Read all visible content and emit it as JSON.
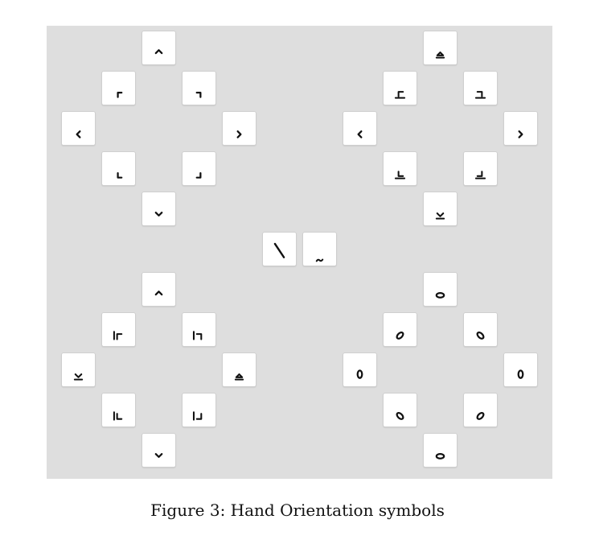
{
  "figure": {
    "caption": "Figure 3: Hand Orientation symbols",
    "background_color": "#dedede",
    "key_color": "#ffffff",
    "glyph_color": "#111111",
    "groups": [
      {
        "name": "group-top-left",
        "keys": [
          {
            "name": "key-up",
            "icon": "caret-up-icon"
          },
          {
            "name": "key-up-left",
            "icon": "corner-up-left-icon"
          },
          {
            "name": "key-up-right",
            "icon": "corner-up-right-icon"
          },
          {
            "name": "key-left",
            "icon": "caret-left-icon"
          },
          {
            "name": "key-right",
            "icon": "caret-right-icon"
          },
          {
            "name": "key-down-left",
            "icon": "corner-down-left-icon"
          },
          {
            "name": "key-down-right",
            "icon": "corner-down-right-icon"
          },
          {
            "name": "key-down",
            "icon": "caret-down-icon"
          }
        ]
      },
      {
        "name": "group-top-right",
        "keys": [
          {
            "name": "key-up",
            "icon": "triangle-up-base-icon"
          },
          {
            "name": "key-up-left",
            "icon": "corner-up-left-base-icon"
          },
          {
            "name": "key-up-right",
            "icon": "corner-up-right-base-icon"
          },
          {
            "name": "key-left",
            "icon": "caret-left-icon"
          },
          {
            "name": "key-right",
            "icon": "caret-right-icon"
          },
          {
            "name": "key-down-left",
            "icon": "corner-down-left-base-icon"
          },
          {
            "name": "key-down-right",
            "icon": "corner-down-right-base-icon"
          },
          {
            "name": "key-down",
            "icon": "caret-down-base-icon"
          }
        ]
      },
      {
        "name": "group-center",
        "keys": [
          {
            "name": "key-backslash",
            "icon": "backslash-icon"
          },
          {
            "name": "key-tilde",
            "icon": "tilde-icon"
          }
        ]
      },
      {
        "name": "group-bottom-left",
        "keys": [
          {
            "name": "key-up",
            "icon": "caret-up-icon"
          },
          {
            "name": "key-up-left",
            "icon": "corner-up-left-bar-icon"
          },
          {
            "name": "key-up-right",
            "icon": "corner-up-right-bar-icon"
          },
          {
            "name": "key-left",
            "icon": "caret-down-base-icon"
          },
          {
            "name": "key-right",
            "icon": "triangle-up-base-icon"
          },
          {
            "name": "key-down-left",
            "icon": "corner-down-left-bar-icon"
          },
          {
            "name": "key-down-right",
            "icon": "corner-down-right-bar-icon"
          },
          {
            "name": "key-down",
            "icon": "caret-down-icon"
          }
        ]
      },
      {
        "name": "group-bottom-right",
        "keys": [
          {
            "name": "key-up",
            "icon": "oval-horizontal-icon"
          },
          {
            "name": "key-up-left",
            "icon": "oval-tilted-right-icon"
          },
          {
            "name": "key-up-right",
            "icon": "oval-tilted-left-icon"
          },
          {
            "name": "key-left",
            "icon": "oval-vertical-icon"
          },
          {
            "name": "key-right",
            "icon": "oval-vertical-icon"
          },
          {
            "name": "key-down-left",
            "icon": "oval-tilted-left-icon"
          },
          {
            "name": "key-down-right",
            "icon": "oval-tilted-right-icon"
          },
          {
            "name": "key-down",
            "icon": "oval-horizontal-icon"
          }
        ]
      }
    ]
  }
}
